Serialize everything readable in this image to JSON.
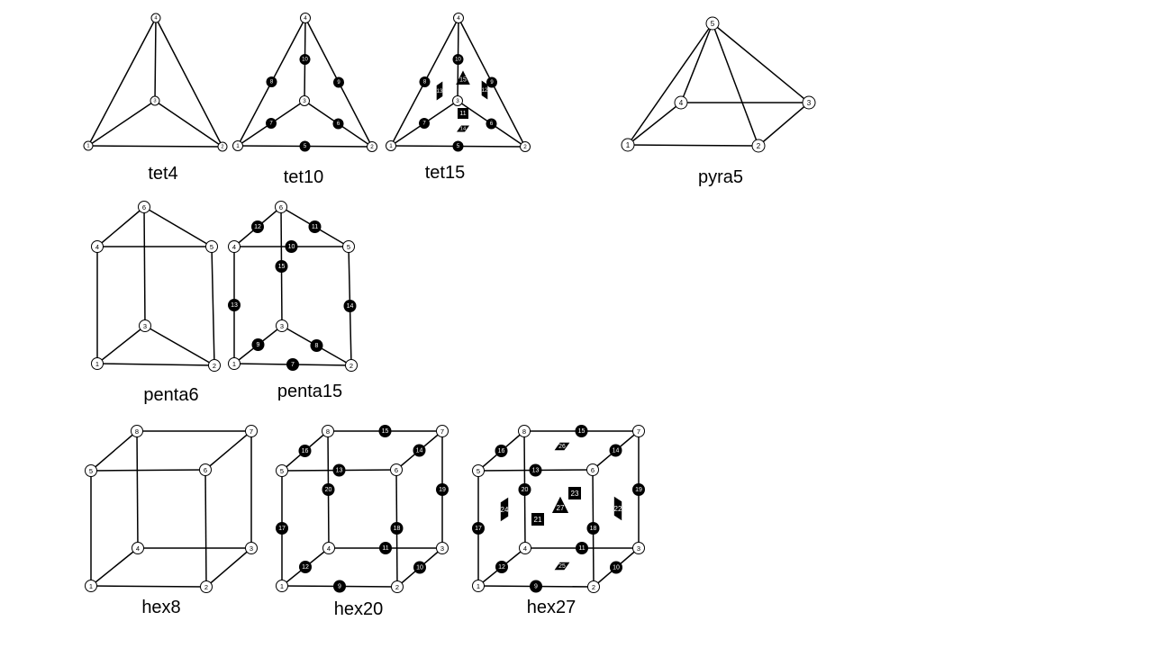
{
  "elements": [
    {
      "id": "tet4",
      "label": "tet4"
    },
    {
      "id": "tet10",
      "label": "tet10"
    },
    {
      "id": "tet15",
      "label": "tet15"
    },
    {
      "id": "pyra5",
      "label": "pyra5"
    },
    {
      "id": "penta6",
      "label": "penta6"
    },
    {
      "id": "penta15",
      "label": "penta15"
    },
    {
      "id": "hex8",
      "label": "hex8"
    },
    {
      "id": "hex20",
      "label": "hex20"
    },
    {
      "id": "hex27",
      "label": "hex27"
    }
  ],
  "nodes": {
    "tet4": {
      "corner": [
        "1",
        "2",
        "3",
        "4"
      ]
    },
    "tet10": {
      "corner": [
        "1",
        "2",
        "3",
        "4"
      ],
      "mid": [
        "5",
        "6",
        "7",
        "8",
        "9",
        "10"
      ]
    },
    "tet15": {
      "corner": [
        "1",
        "2",
        "3",
        "4"
      ],
      "mid": [
        "5",
        "6",
        "7",
        "8",
        "9",
        "10"
      ],
      "face": [
        "11",
        "12",
        "13",
        "14"
      ],
      "center": "15"
    },
    "pyra5": {
      "corner": [
        "1",
        "2",
        "3",
        "4",
        "5"
      ]
    },
    "penta6": {
      "corner": [
        "1",
        "2",
        "3",
        "4",
        "5",
        "6"
      ]
    },
    "penta15": {
      "corner": [
        "1",
        "2",
        "3",
        "4",
        "5",
        "6"
      ],
      "mid": [
        "7",
        "8",
        "9",
        "10",
        "11",
        "12",
        "13",
        "14",
        "15"
      ]
    },
    "hex8": {
      "corner": [
        "1",
        "2",
        "3",
        "4",
        "5",
        "6",
        "7",
        "8"
      ]
    },
    "hex20": {
      "corner": [
        "1",
        "2",
        "3",
        "4",
        "5",
        "6",
        "7",
        "8"
      ],
      "mid": [
        "9",
        "10",
        "11",
        "12",
        "13",
        "14",
        "15",
        "16",
        "17",
        "18",
        "19",
        "20"
      ]
    },
    "hex27": {
      "corner": [
        "1",
        "2",
        "3",
        "4",
        "5",
        "6",
        "7",
        "8"
      ],
      "mid": [
        "9",
        "10",
        "11",
        "12",
        "13",
        "14",
        "15",
        "16",
        "17",
        "18",
        "19",
        "20"
      ],
      "face": [
        "21",
        "22",
        "23",
        "24",
        "25",
        "26"
      ],
      "center": "27"
    }
  },
  "colors": {
    "line": "#000000",
    "corner_fill": "#ffffff",
    "mid_fill": "#000000"
  }
}
